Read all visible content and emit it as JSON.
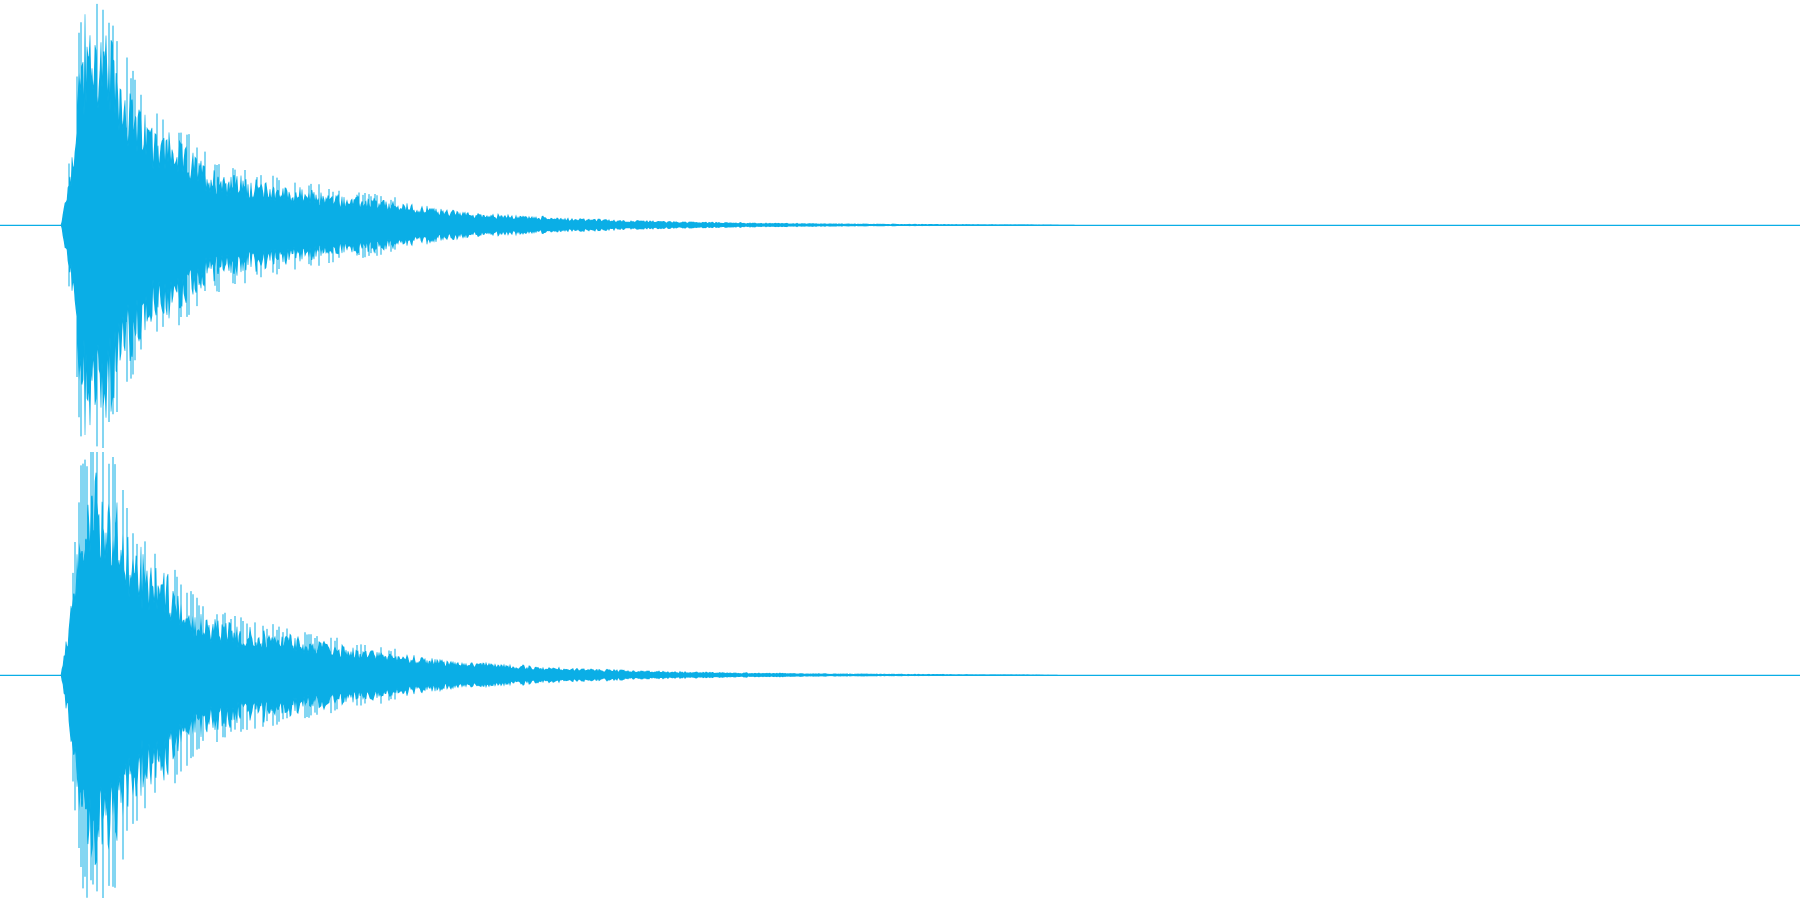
{
  "waveform": {
    "color": "#0aaee6",
    "background": "#ffffff",
    "channels": [
      {
        "name": "",
        "onset_fraction": 0.034,
        "peak_fraction": 0.05,
        "envelope": [
          [
            0.0,
            0.0
          ],
          [
            0.034,
            0.0
          ],
          [
            0.04,
            0.35
          ],
          [
            0.045,
            0.88
          ],
          [
            0.05,
            0.97
          ],
          [
            0.058,
            0.92
          ],
          [
            0.066,
            0.8
          ],
          [
            0.075,
            0.58
          ],
          [
            0.085,
            0.48
          ],
          [
            0.095,
            0.42
          ],
          [
            0.105,
            0.36
          ],
          [
            0.115,
            0.28
          ],
          [
            0.13,
            0.24
          ],
          [
            0.15,
            0.2
          ],
          [
            0.17,
            0.17
          ],
          [
            0.19,
            0.14
          ],
          [
            0.21,
            0.12
          ],
          [
            0.235,
            0.09
          ],
          [
            0.26,
            0.06
          ],
          [
            0.29,
            0.045
          ],
          [
            0.32,
            0.032
          ],
          [
            0.35,
            0.022
          ],
          [
            0.38,
            0.016
          ],
          [
            0.42,
            0.01
          ],
          [
            0.46,
            0.007
          ],
          [
            0.5,
            0.004
          ],
          [
            0.54,
            0.003
          ],
          [
            0.575,
            0.002
          ],
          [
            0.6,
            0.0
          ],
          [
            1.0,
            0.0
          ]
        ]
      },
      {
        "name": "",
        "onset_fraction": 0.034,
        "peak_fraction": 0.05,
        "envelope": [
          [
            0.0,
            0.0
          ],
          [
            0.034,
            0.0
          ],
          [
            0.04,
            0.38
          ],
          [
            0.045,
            0.86
          ],
          [
            0.05,
            0.9
          ],
          [
            0.06,
            0.94
          ],
          [
            0.068,
            0.74
          ],
          [
            0.078,
            0.55
          ],
          [
            0.09,
            0.5
          ],
          [
            0.1,
            0.4
          ],
          [
            0.11,
            0.3
          ],
          [
            0.125,
            0.25
          ],
          [
            0.145,
            0.21
          ],
          [
            0.165,
            0.18
          ],
          [
            0.185,
            0.15
          ],
          [
            0.205,
            0.12
          ],
          [
            0.23,
            0.09
          ],
          [
            0.255,
            0.065
          ],
          [
            0.285,
            0.048
          ],
          [
            0.315,
            0.034
          ],
          [
            0.345,
            0.024
          ],
          [
            0.375,
            0.017
          ],
          [
            0.41,
            0.011
          ],
          [
            0.45,
            0.007
          ],
          [
            0.49,
            0.005
          ],
          [
            0.53,
            0.003
          ],
          [
            0.57,
            0.002
          ],
          [
            0.59,
            0.0
          ],
          [
            1.0,
            0.0
          ]
        ]
      }
    ]
  }
}
